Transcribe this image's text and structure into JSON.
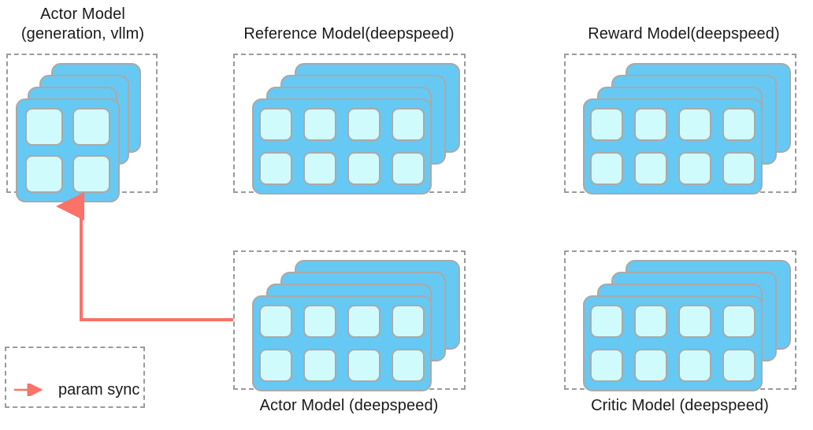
{
  "diagram": {
    "title_visible": false,
    "background_color": "#ffffff",
    "card_color": "#66c9f3",
    "cell_color": "#d0fbfd",
    "card_border_color": "#a9a9a9",
    "dashed_border_color": "#9b9b9b",
    "arrow_color": "#fa7268",
    "text_color": "#1a1a1a"
  },
  "groups": [
    {
      "id": "actor-vllm",
      "label": "Actor Model\n(generation, vllm)",
      "label_position": "top",
      "grid": "2x2",
      "cells": 4,
      "layers": 4
    },
    {
      "id": "reference-model",
      "label": "Reference Model(deepspeed)",
      "label_position": "top",
      "grid": "4x2",
      "cells": 8,
      "layers": 4
    },
    {
      "id": "reward-model",
      "label": "Reward Model(deepspeed)",
      "label_position": "top",
      "grid": "4x2",
      "cells": 8,
      "layers": 4
    },
    {
      "id": "actor-deepspeed",
      "label": "Actor Model (deepspeed)",
      "label_position": "bottom",
      "grid": "4x2",
      "cells": 8,
      "layers": 4
    },
    {
      "id": "critic-model",
      "label": "Critic Model (deepspeed)",
      "label_position": "bottom",
      "grid": "4x2",
      "cells": 8,
      "layers": 4
    }
  ],
  "connector": {
    "name": "param-sync-arrow",
    "from": "actor-deepspeed",
    "to": "actor-vllm",
    "color": "#fa7268"
  },
  "legend": {
    "items": [
      {
        "label": "param sync",
        "color": "#fa7268",
        "marker": "arrow"
      }
    ]
  }
}
